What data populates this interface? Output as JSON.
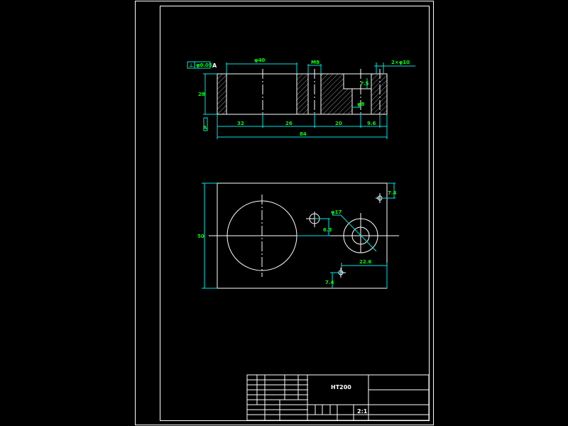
{
  "colors": {
    "background": "#000000",
    "geometry": "#ffffff",
    "dimension_lines": "#00e5e5",
    "dimension_text": "#00ff00"
  },
  "front_view": {
    "tolerance_frame": {
      "symbol": "⊥",
      "value": "φ0.05",
      "datum": "A"
    },
    "dims": {
      "bore_dia": "φ40",
      "slot_width": "M8",
      "holes": "2×φ10",
      "height": "28",
      "counterbore_depth": "7.5",
      "counterbore_dia": "φ8",
      "datum_label": "A",
      "d1": "32",
      "d2": "26",
      "d3": "20",
      "d4": "9.6",
      "total_length": "84"
    }
  },
  "top_view": {
    "dims": {
      "width": "50",
      "hole_dia": "φ17",
      "offset_y": "6.3",
      "corner_offset": "7.4",
      "hole_x": "22.6",
      "bottom_offset": "7.4"
    }
  },
  "title_block": {
    "material": "HT200",
    "scale": "2:1"
  }
}
